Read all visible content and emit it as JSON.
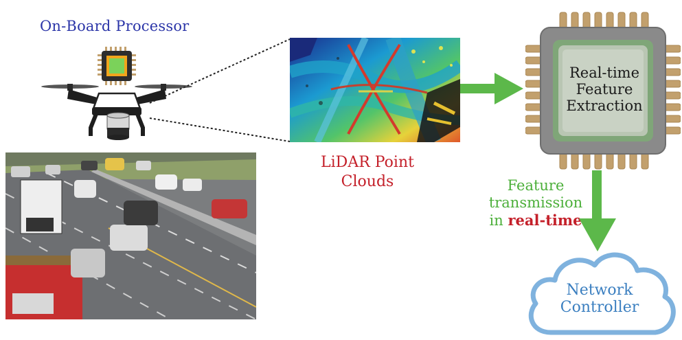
{
  "processor": {
    "title": "On-Board Processor"
  },
  "lidar": {
    "title": "LiDAR Point Clouds"
  },
  "chip": {
    "lines": [
      "Real-time",
      "Feature",
      "Extraction"
    ]
  },
  "transmission": {
    "line1": "Feature",
    "line2": "transmission",
    "line3_prefix": "in",
    "line3_emph": "real-time"
  },
  "cloud": {
    "lines": [
      "Network",
      "Controller"
    ]
  },
  "icons": {
    "drone": "drone-icon",
    "processor_chip": "chip-icon",
    "lidar_sensor": "lidar-sensor-icon",
    "arrow_right": "arrow-right-icon",
    "arrow_down": "arrow-down-icon",
    "cloud": "cloud-icon"
  },
  "colors": {
    "processor_title": "#2b35a8",
    "lidar_title": "#c4202a",
    "transmission_text": "#4caf3a",
    "emphasis": "#c4202a",
    "arrow": "#5cb84a",
    "cloud_stroke": "#7fb2de",
    "cloud_text": "#3b7fc0",
    "chip_body": "#8a8a8a",
    "chip_pins": "#c2a06d"
  }
}
